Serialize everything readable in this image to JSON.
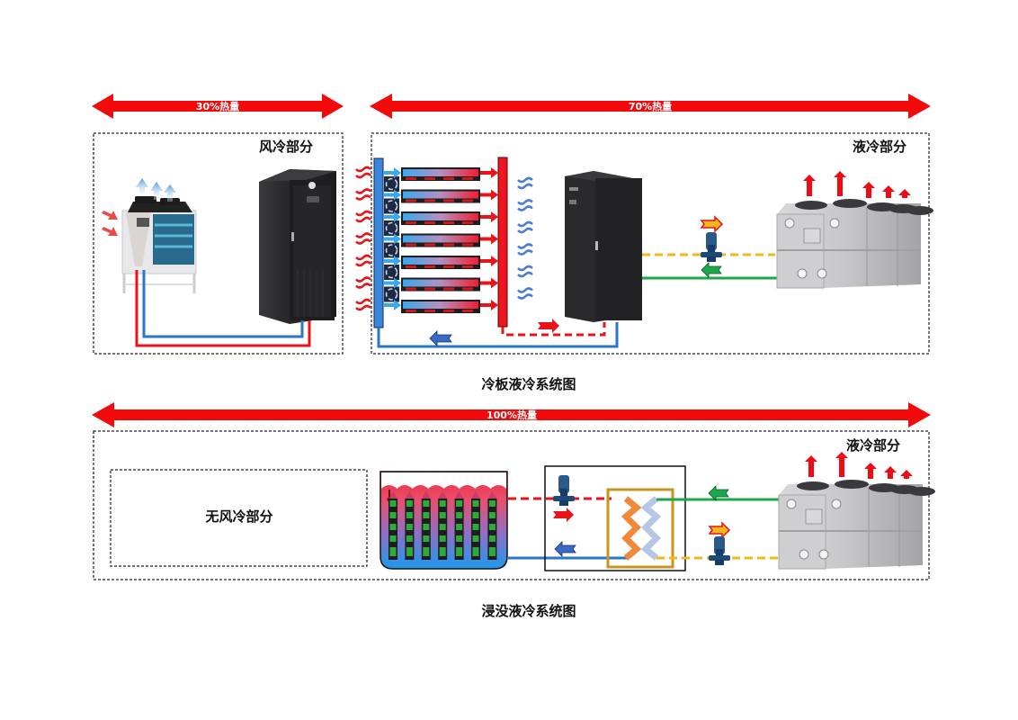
{
  "colors": {
    "heat_arrow": "#f20a0a",
    "hot_pipe": "#e8141a",
    "cold_pipe": "#2a76c8",
    "green_pipe": "#1aa84a",
    "yellow_pipe": "#f2b81a",
    "cabinet": "#2a2a2c",
    "cooler_body": "#bdbdbf",
    "hx_frame": "#c8961e",
    "hx_hot_plate": "#f08a3a",
    "hx_cold_plate": "#b4c8e6",
    "server_green": "#2eaa3a"
  },
  "top_section": {
    "heat_arrows": [
      {
        "label": "30%热量",
        "share_percent": 30
      },
      {
        "label": "70%热量",
        "share_percent": 70
      }
    ],
    "air_cooling_box": {
      "title": "风冷部分"
    },
    "liquid_cooling_box": {
      "title": "液冷部分"
    },
    "cold_plate_rows": 7,
    "caption": "冷板液冷系统图"
  },
  "bottom_section": {
    "heat_arrow": {
      "label": "100%热量",
      "share_percent": 100
    },
    "no_air_box": {
      "title": "无风冷部分"
    },
    "liquid_cooling_box": {
      "title": "液冷部分"
    },
    "immersion_tank_columns": 7,
    "caption": "浸没液冷系统图"
  }
}
